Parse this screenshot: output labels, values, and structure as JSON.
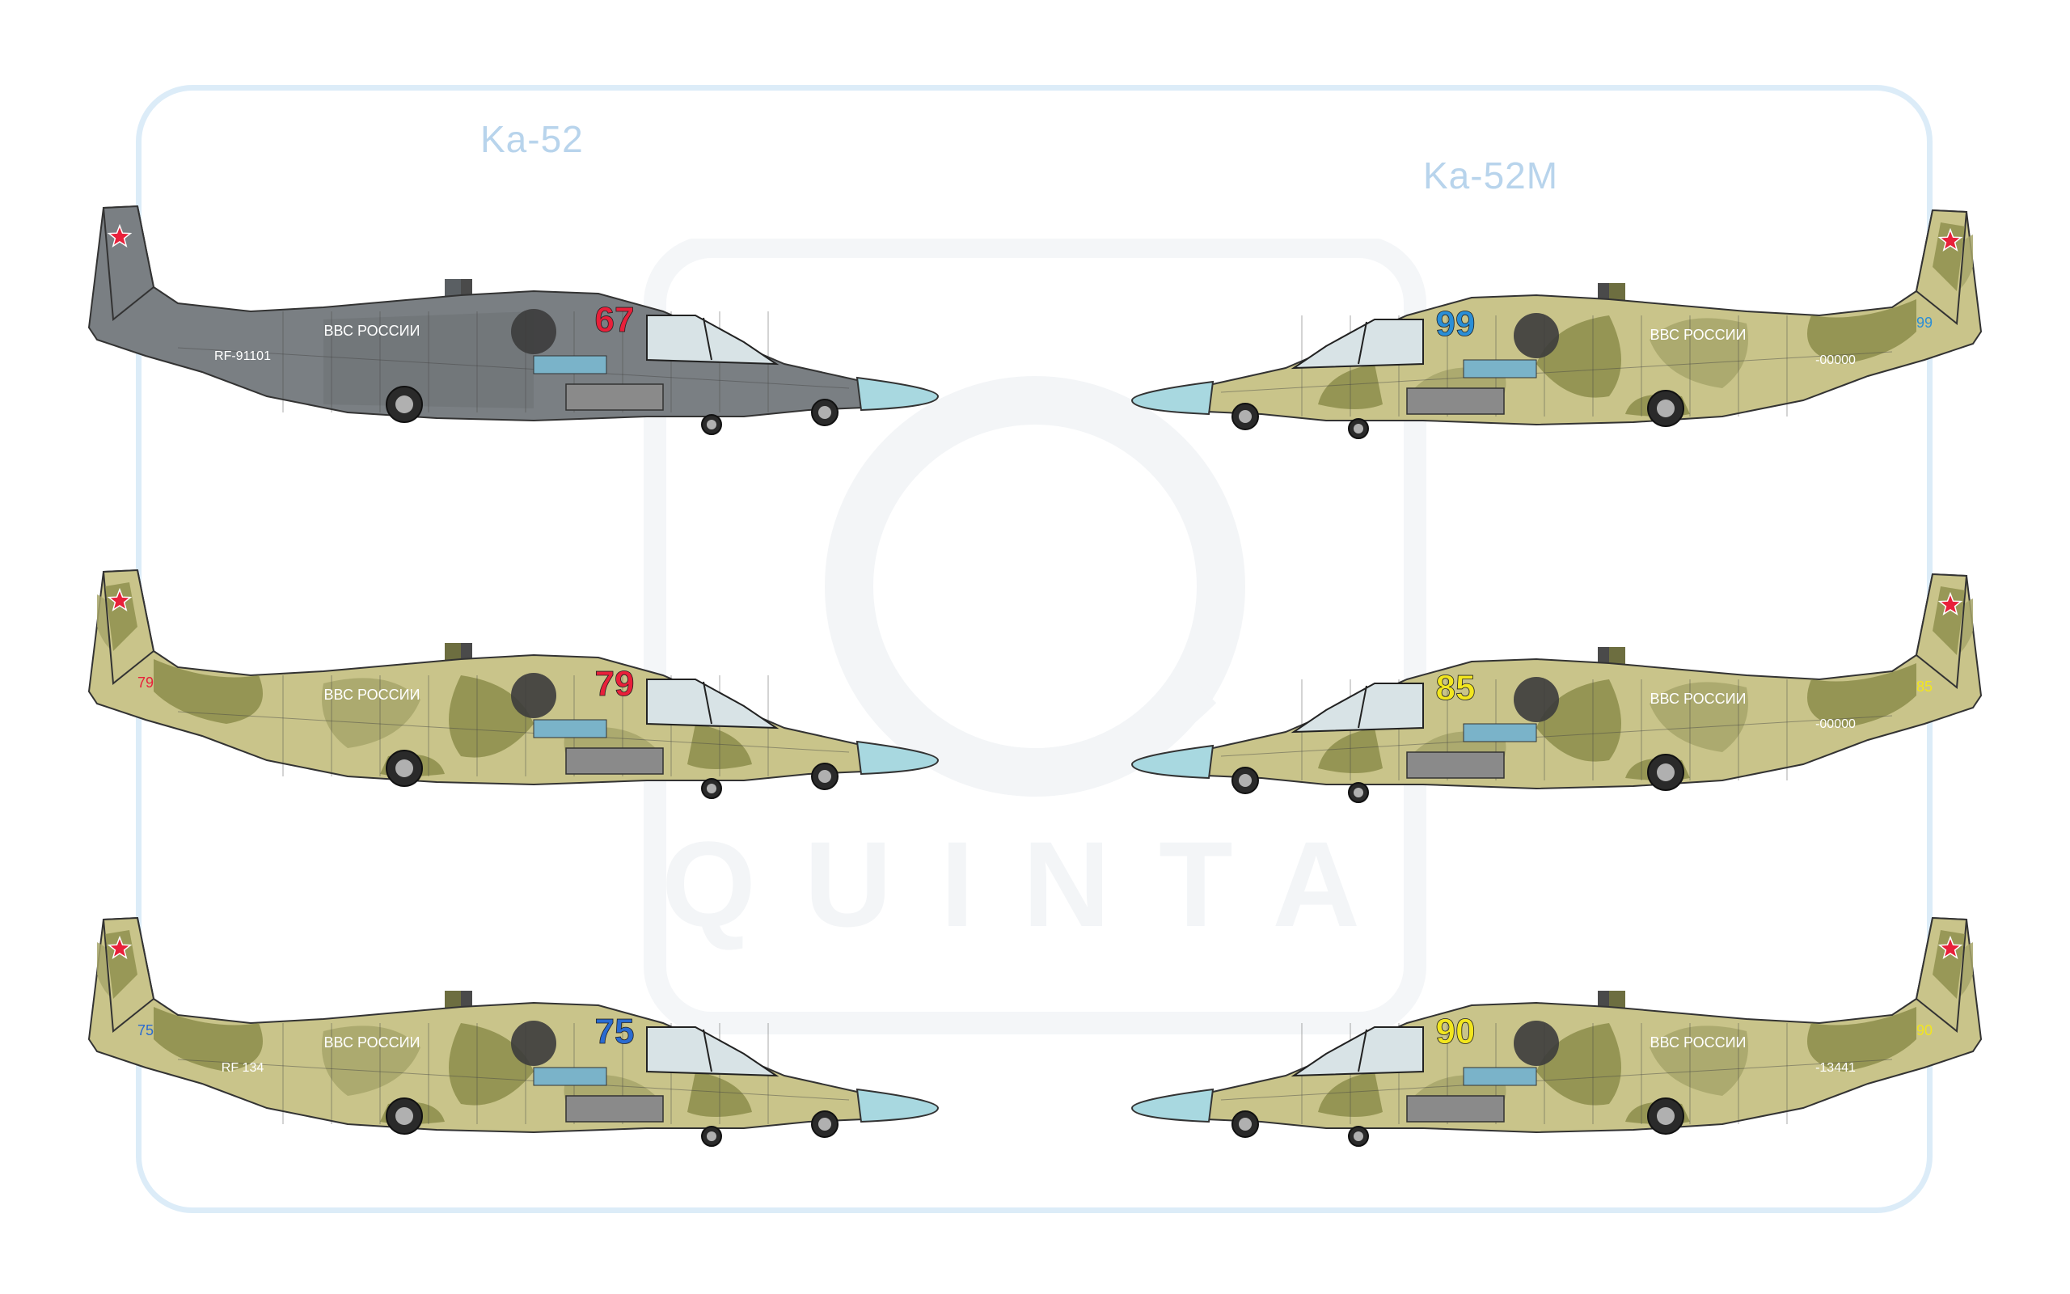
{
  "titles": {
    "left": "Ka-52",
    "right": "Ka-52M"
  },
  "watermark": {
    "brand": "QUINTA"
  },
  "colors": {
    "frame": "#dcecf8",
    "title": "#b8d4ec",
    "grey_body": "#7a7f83",
    "camo_base": "#c9c48a",
    "camo_dark": "#8c8d4a",
    "camo_mid": "#a7a66a",
    "nose_cone": "#a8d8e0",
    "star_red": "#e8203a"
  },
  "profiles": [
    {
      "id": "ka52-grey",
      "variant": "Ka-52",
      "scheme": "grey",
      "side_number": "67",
      "number_color": "#e8203a",
      "inscription": "ВВС РОССИИ",
      "registration": "RF-91101",
      "tail_number": ""
    },
    {
      "id": "ka52-camo-79",
      "variant": "Ka-52",
      "scheme": "camo",
      "side_number": "79",
      "number_color": "#e8203a",
      "inscription": "ВВС РОССИИ",
      "registration": "",
      "tail_number": "79"
    },
    {
      "id": "ka52-camo-75",
      "variant": "Ka-52",
      "scheme": "camo",
      "side_number": "75",
      "number_color": "#2a6bd1",
      "inscription": "ВВС РОССИИ",
      "registration": "RF 134",
      "tail_number": "75"
    },
    {
      "id": "ka52m-camo-99",
      "variant": "Ka-52M",
      "scheme": "camo",
      "side_number": "99",
      "number_color": "#2a8ed6",
      "inscription": "ВВС РОССИИ",
      "registration": "-00000",
      "tail_number": "99"
    },
    {
      "id": "ka52m-camo-85",
      "variant": "Ka-52M",
      "scheme": "camo",
      "side_number": "85",
      "number_color": "#f2e61e",
      "inscription": "ВВС РОССИИ",
      "registration": "-00000",
      "tail_number": "85"
    },
    {
      "id": "ka52m-camo-90",
      "variant": "Ka-52M",
      "scheme": "camo",
      "side_number": "90",
      "number_color": "#f2e61e",
      "inscription": "ВВС РОССИИ",
      "registration": "-13441",
      "tail_number": "90"
    }
  ]
}
